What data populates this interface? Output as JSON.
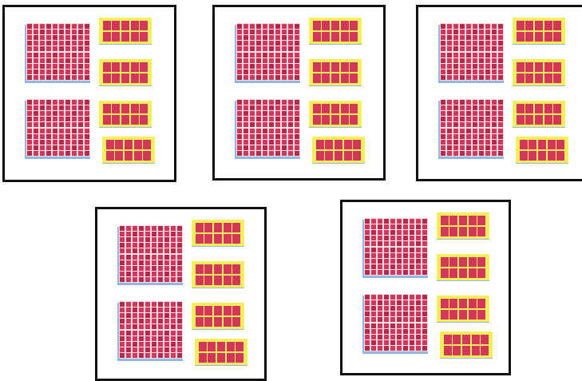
{
  "figure": {
    "description_visible_text": ""
  },
  "colors": {
    "panel_border": "#111111",
    "panel_background": "#ffffff",
    "stamp_red": "#d4365a",
    "stamp_red_dark": "#b8284a",
    "grid_line": "#f3dfe6",
    "strip_background": "#f4ee5a",
    "sheet_edge": "#8fb7e6"
  },
  "panels": [
    {
      "name": "panel-1",
      "big_sheets": 2,
      "strips": 4,
      "grid": {
        "cols": 10,
        "rows": 10
      },
      "strip_grid": {
        "cols": 5,
        "rows": 2
      }
    },
    {
      "name": "panel-2",
      "big_sheets": 2,
      "strips": 4,
      "grid": {
        "cols": 10,
        "rows": 10
      },
      "strip_grid": {
        "cols": 5,
        "rows": 2
      }
    },
    {
      "name": "panel-3",
      "big_sheets": 2,
      "strips": 4,
      "grid": {
        "cols": 10,
        "rows": 10
      },
      "strip_grid": {
        "cols": 5,
        "rows": 2
      }
    },
    {
      "name": "panel-4",
      "big_sheets": 2,
      "strips": 4,
      "grid": {
        "cols": 10,
        "rows": 10
      },
      "strip_grid": {
        "cols": 5,
        "rows": 2
      }
    },
    {
      "name": "panel-5",
      "big_sheets": 2,
      "strips": 4,
      "grid": {
        "cols": 10,
        "rows": 10
      },
      "strip_grid": {
        "cols": 5,
        "rows": 2
      }
    }
  ]
}
